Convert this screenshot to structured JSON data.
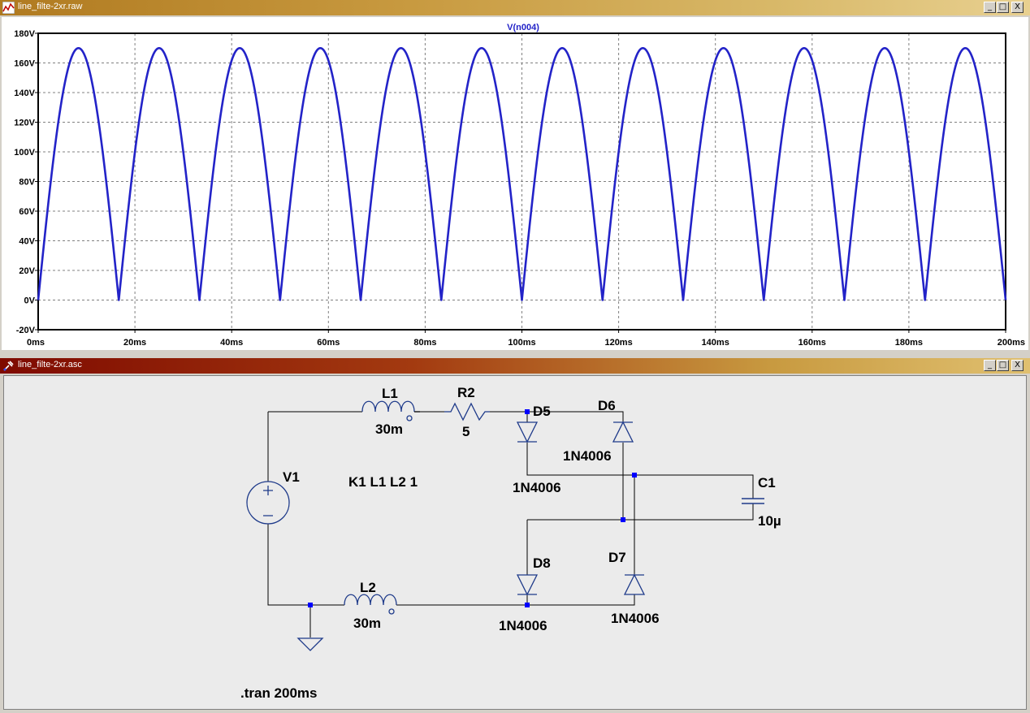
{
  "waveform_window": {
    "title": "line_filte-2xr.raw",
    "buttons": {
      "minimize": "_",
      "restore": "□",
      "close": "X"
    }
  },
  "schematic_window": {
    "title": "line_filte-2xr.asc",
    "buttons": {
      "minimize": "_",
      "restore": "□",
      "close": "X"
    }
  },
  "chart_data": {
    "type": "line",
    "title": "V(n004)",
    "series": [
      {
        "name": "V(n004)",
        "expression": "|170*sin(2*pi*30*t)| (approx, period 16.67ms)",
        "peak": 170,
        "min": 0,
        "frequency_hz": 30
      }
    ],
    "xlim": [
      0,
      200
    ],
    "ylim": [
      -20,
      180
    ],
    "x_ticks": [
      "0ms",
      "20ms",
      "40ms",
      "60ms",
      "80ms",
      "100ms",
      "120ms",
      "140ms",
      "160ms",
      "180ms",
      "200ms"
    ],
    "y_ticks": [
      "180V",
      "160V",
      "140V",
      "120V",
      "100V",
      "80V",
      "60V",
      "40V",
      "20V",
      "0V",
      "-20V"
    ],
    "grid": true,
    "color": "#2323c8"
  },
  "schematic": {
    "labels": {
      "l1_name": "L1",
      "l1_value": "30m",
      "r2_name": "R2",
      "r2_value": "5",
      "d5_name": "D5",
      "d5_model": "1N4006",
      "d6_name": "D6",
      "d6_model": "1N4006",
      "d7_name": "D7",
      "d7_model": "1N4006",
      "d8_name": "D8",
      "d8_model": "1N4006",
      "c1_name": "C1",
      "c1_value": "10µ",
      "v1_name": "V1",
      "l2_name": "L2",
      "l2_value": "30m",
      "coupling": "K1 L1 L2 1",
      "sim": ".tran 200ms"
    },
    "wire_color": "#000000",
    "component_color": "#1e3a8a",
    "junction_color": "#0000ff"
  }
}
